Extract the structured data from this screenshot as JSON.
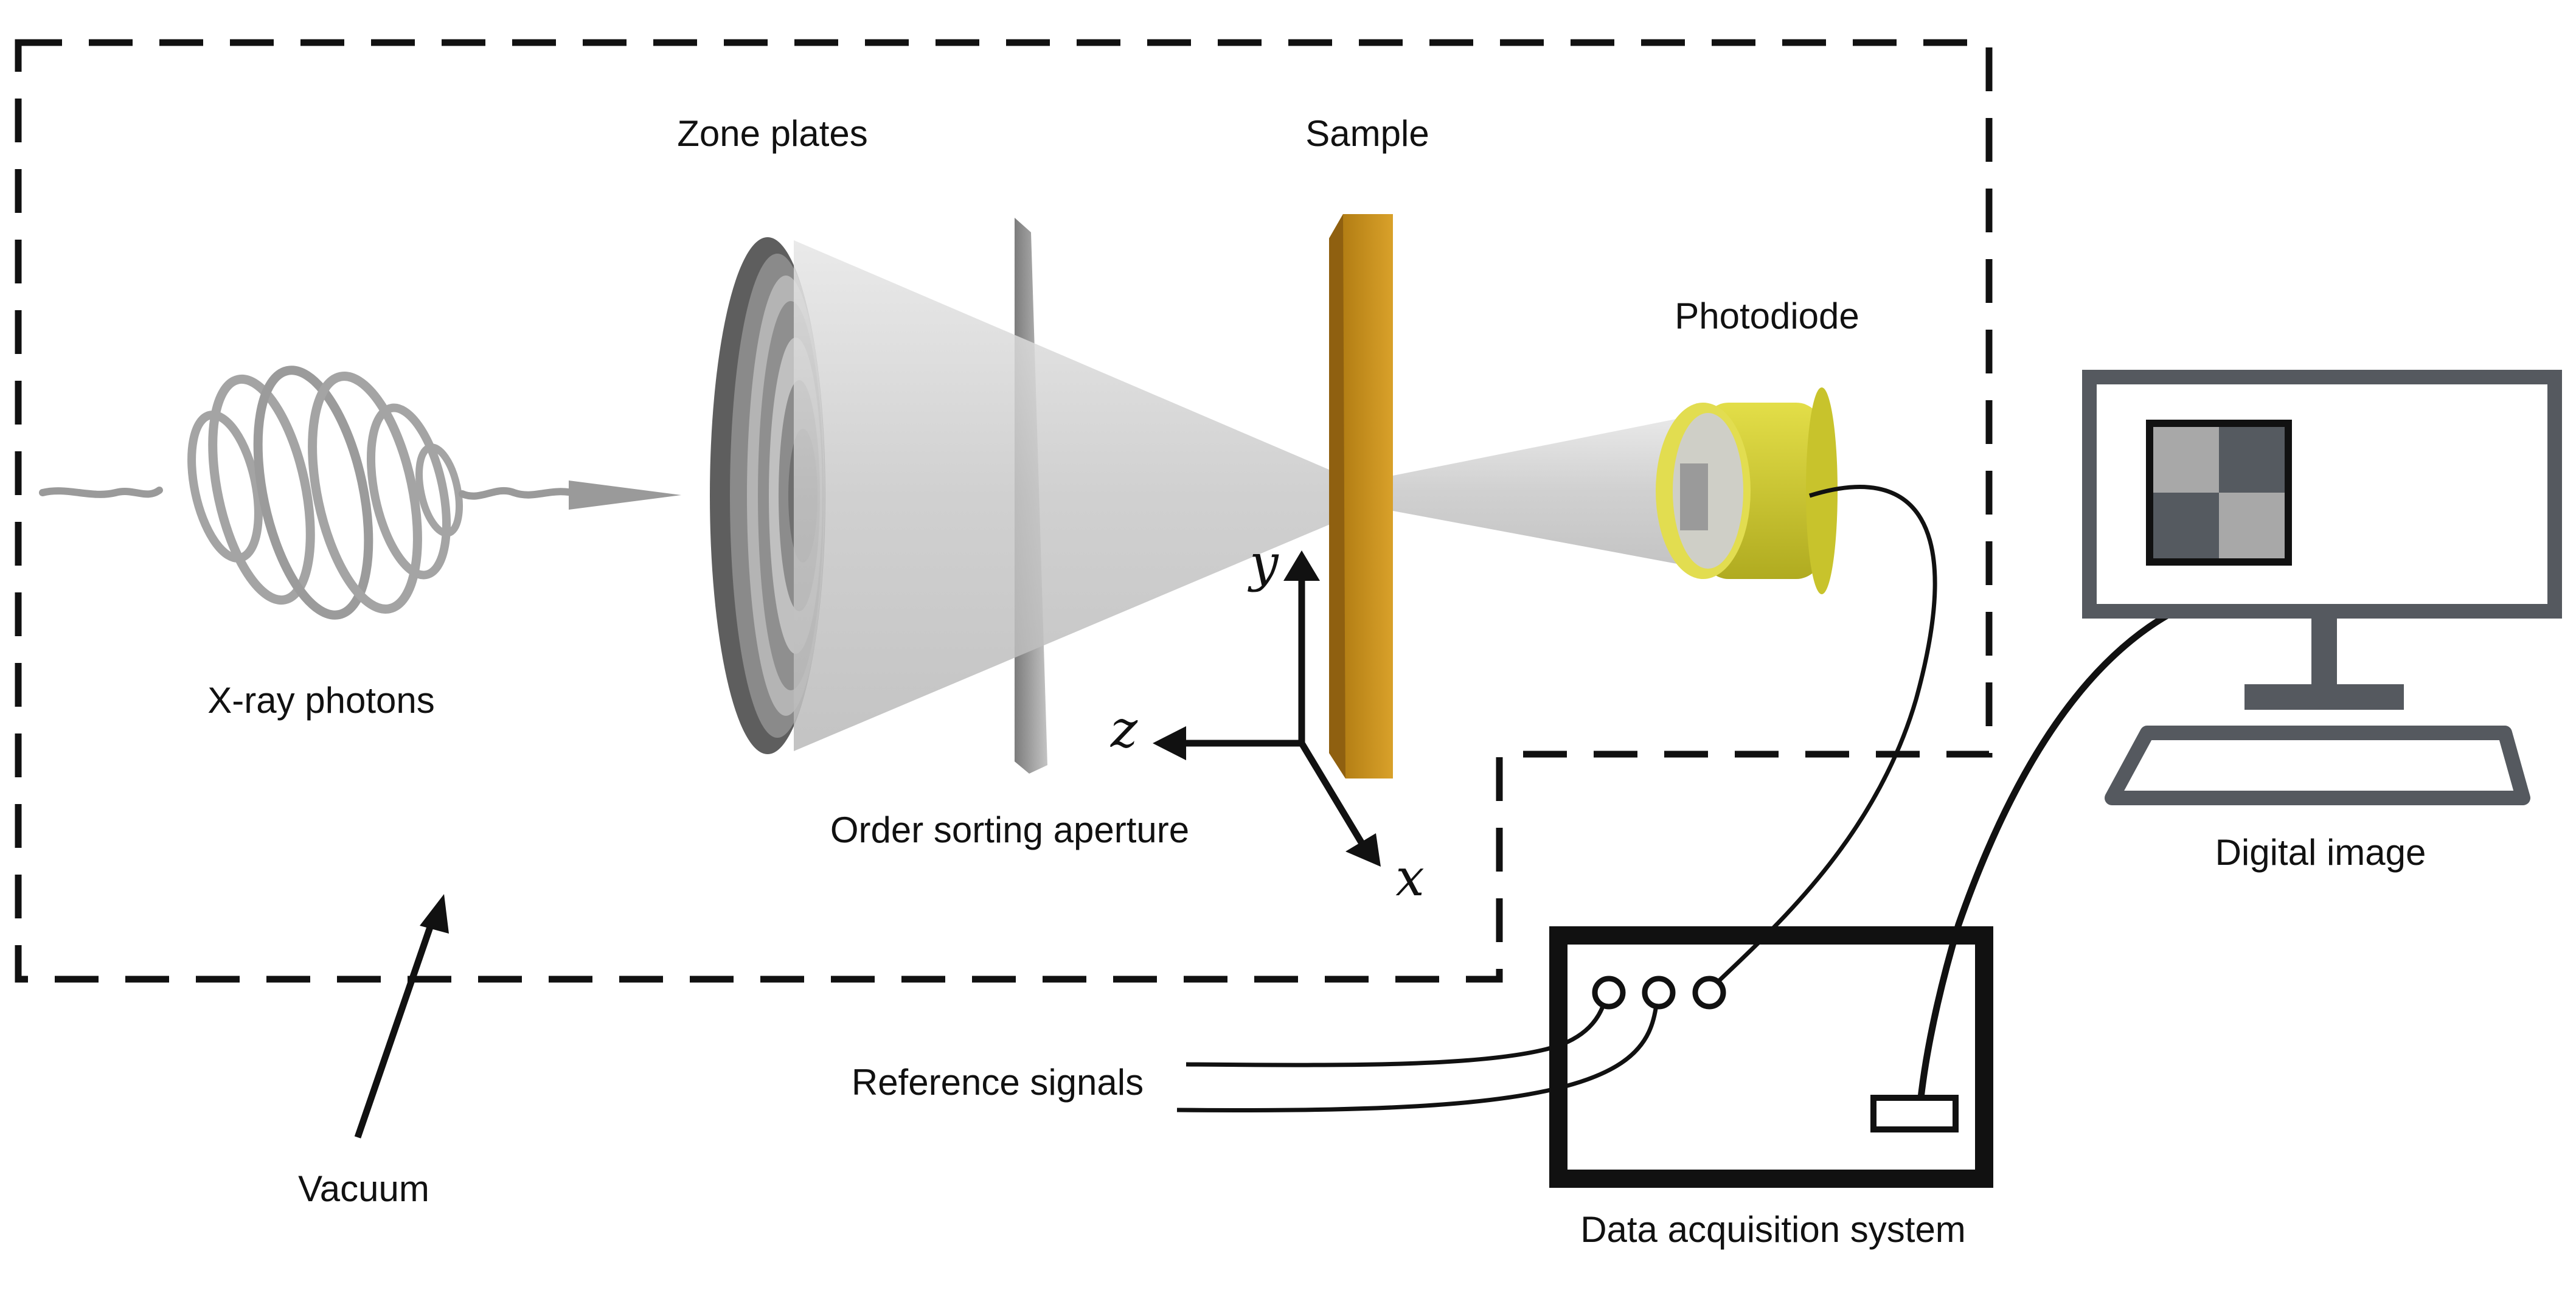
{
  "labels": {
    "xray_photons": "X-ray photons",
    "zone_plates": "Zone plates",
    "sample": "Sample",
    "photodiode": "Photodiode",
    "order_sorting_aperture": "Order sorting aperture",
    "digital_image": "Digital image",
    "reference_signals": "Reference signals",
    "vacuum": "Vacuum",
    "data_acquisition_system": "Data acquisition system"
  },
  "axes": {
    "x": "x",
    "y": "y",
    "z": "z"
  },
  "colors": {
    "outline": "#111111",
    "beam": "#cfcfcf",
    "zone_plate": "#6e6e6e",
    "aperture": "#9a9a9a",
    "sample": "#c8901a",
    "photodiode": "#c9c430",
    "monitor": "#55595f",
    "image_light": "#a8a8a8",
    "image_dark": "#555a60"
  }
}
